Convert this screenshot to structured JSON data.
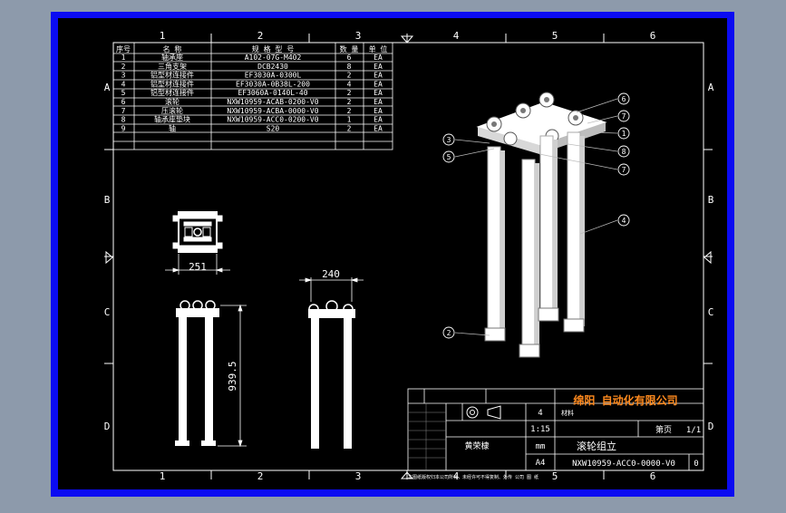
{
  "zones": {
    "columns": [
      "1",
      "2",
      "3",
      "4",
      "5",
      "6"
    ],
    "rows": [
      "A",
      "B",
      "C",
      "D"
    ]
  },
  "bom": {
    "headers": [
      "序号",
      "名 称",
      "规 格 型 号",
      "数 量",
      "单 位"
    ],
    "rows": [
      {
        "no": "1",
        "name": "轴承座",
        "spec": "A102-07G-M402",
        "qty": "6",
        "unit": "EA"
      },
      {
        "no": "2",
        "name": "三角支架",
        "spec": "DCB2430",
        "qty": "8",
        "unit": "EA"
      },
      {
        "no": "3",
        "name": "铝型材连接件",
        "spec": "EF3030A-0300L",
        "qty": "2",
        "unit": "EA"
      },
      {
        "no": "4",
        "name": "铝型材连接件",
        "spec": "EF3030A-0B38L-200",
        "qty": "4",
        "unit": "EA"
      },
      {
        "no": "5",
        "name": "铝型材连接件",
        "spec": "EF3060A-0140L-40",
        "qty": "2",
        "unit": "EA"
      },
      {
        "no": "6",
        "name": "滚轮",
        "spec": "NXW10959-ACAB-0200-V0",
        "qty": "2",
        "unit": "EA"
      },
      {
        "no": "7",
        "name": "压滚轮",
        "spec": "NXW10959-ACBA-0000-V0",
        "qty": "2",
        "unit": "EA"
      },
      {
        "no": "8",
        "name": "轴承座垫块",
        "spec": "NXW10959-ACC0-0200-V0",
        "qty": "1",
        "unit": "EA"
      },
      {
        "no": "9",
        "name": "轴",
        "spec": "S20",
        "qty": "2",
        "unit": "EA"
      }
    ]
  },
  "dimensions": {
    "top_width": "251",
    "side_width": "240",
    "front_height": "939.5"
  },
  "balloons": [
    "6",
    "7",
    "1",
    "8",
    "7",
    "3",
    "5",
    "4",
    "2"
  ],
  "title_block": {
    "company": "绵阳 自动化有限公司",
    "drawing_name": "滚轮组立",
    "drawing_no": "NXW10959-ACC0-0000-V0",
    "scale": "1:15",
    "quantity": "4",
    "unit": "mm",
    "paper": "A4",
    "sheet": "1/1",
    "sheet_label": "第页",
    "designer": "黄荣棣",
    "revision": "0",
    "material_label": "材料",
    "footer_note": "本图纸版权归本公司所有，未经许可不得复制、外传 公司 图 纸"
  },
  "colors": {
    "background": "#8d9aab",
    "border": "#0b0bf2",
    "paper": "#000000",
    "line": "#ffffff",
    "company": "#ff8a1e"
  }
}
